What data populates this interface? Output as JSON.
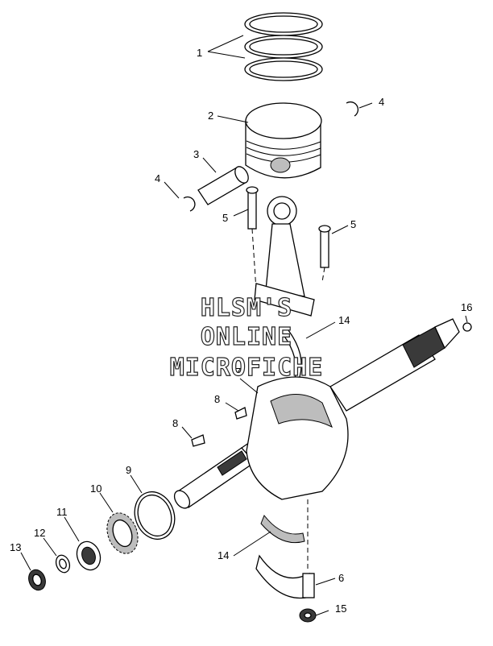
{
  "callouts": {
    "c1": "1",
    "c2": "2",
    "c3": "3",
    "c4a": "4",
    "c4b": "4",
    "c5a": "5",
    "c5b": "5",
    "c6": "6",
    "c7": "7",
    "c8a": "8",
    "c8b": "8",
    "c9": "9",
    "c10": "10",
    "c11": "11",
    "c12": "12",
    "c13": "13",
    "c14a": "14",
    "c14b": "14",
    "c15": "15",
    "c16": "16"
  },
  "watermark": {
    "line1": "HLSM'S",
    "line2": "ONLINE",
    "line3": "MICROFICHE"
  },
  "colors": {
    "line": "#000000",
    "shade": "#bdbdbd",
    "background": "#ffffff"
  }
}
